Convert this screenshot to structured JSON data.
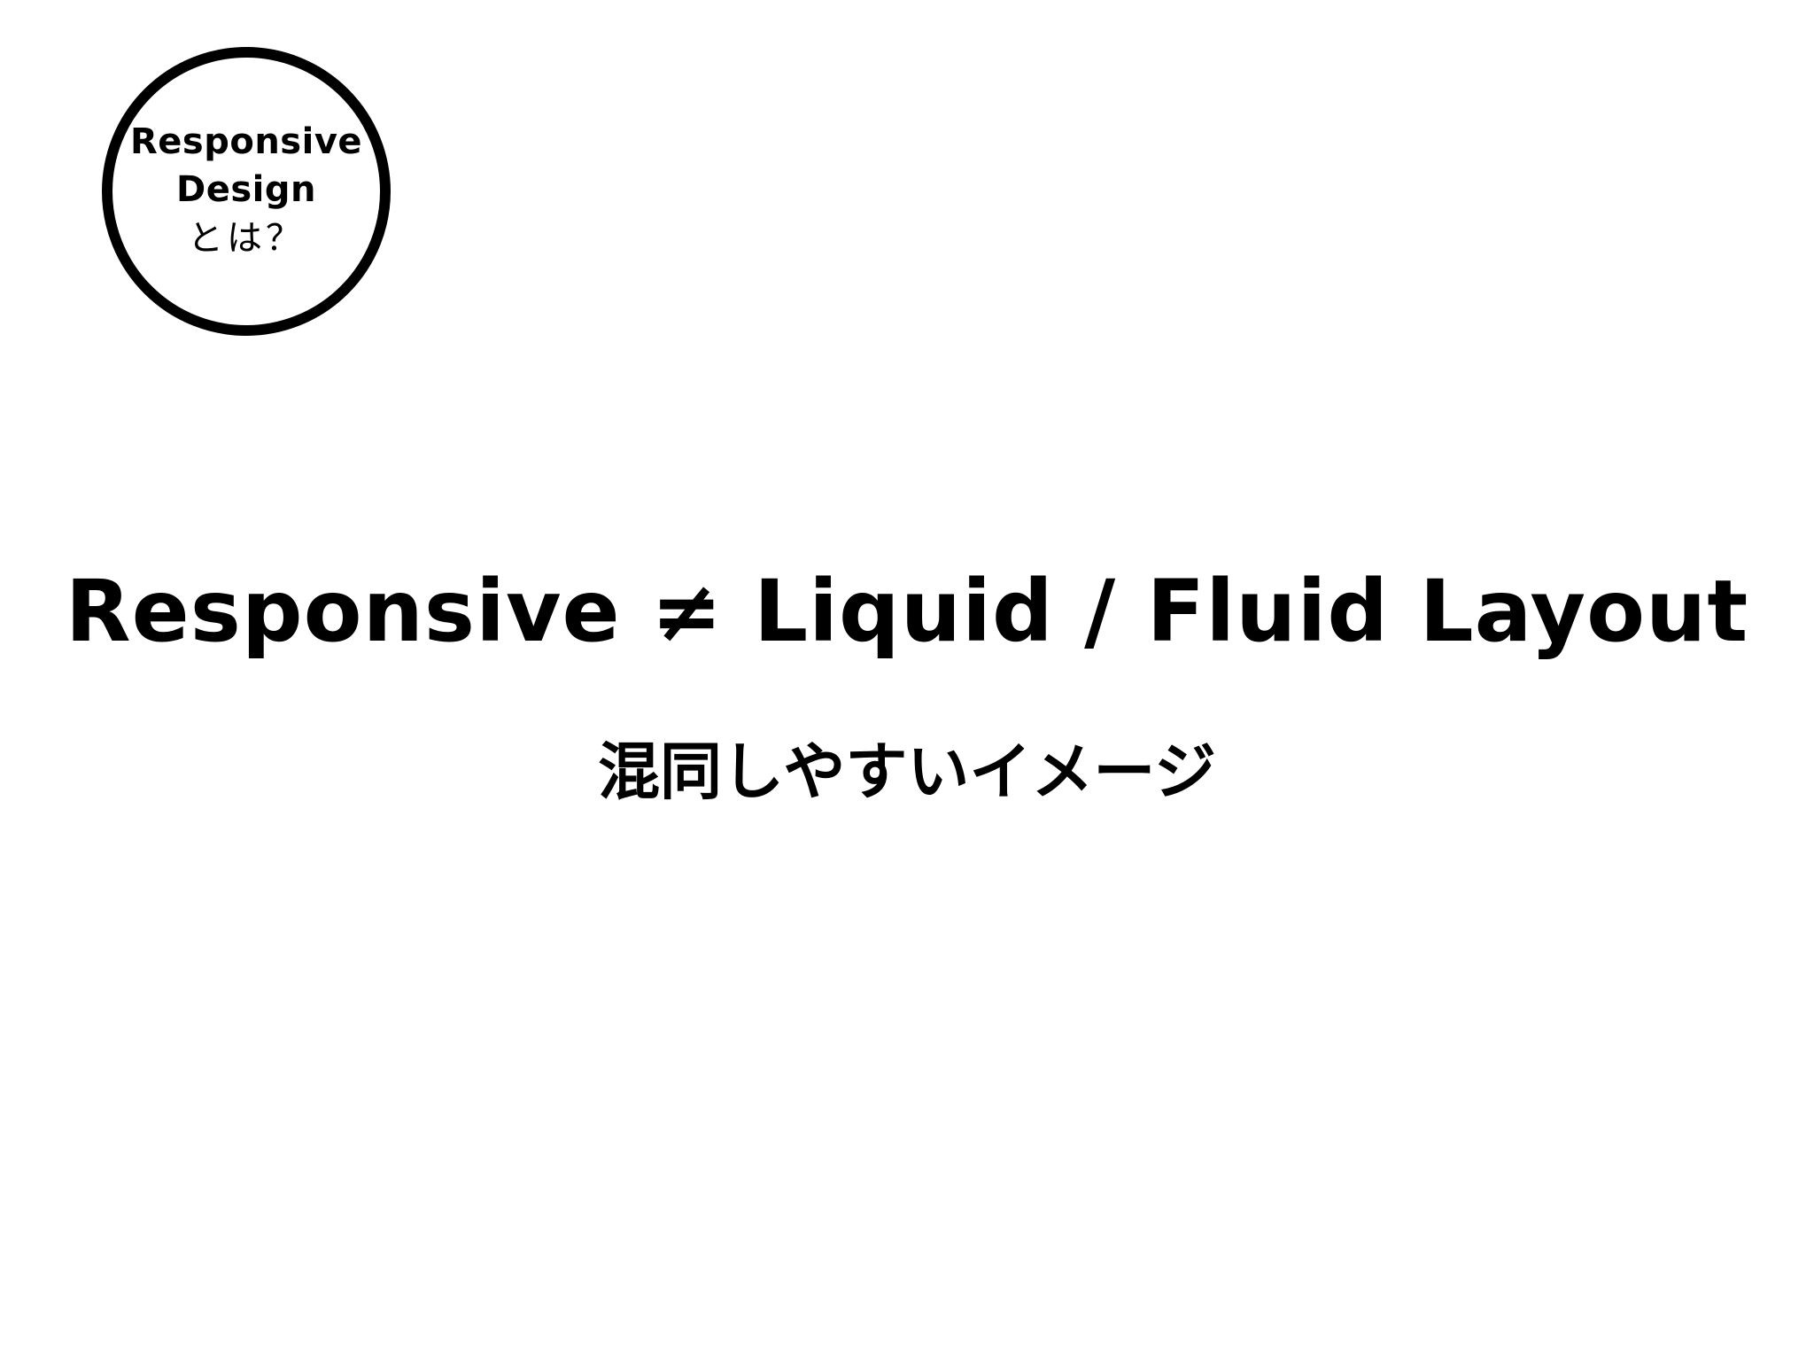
{
  "slide": {
    "badge": {
      "lines": [
        "Responsive",
        "Design",
        "とは？"
      ]
    },
    "title": "Responsive ≠ Liquid / Fluid Layout",
    "subtitle": "混同しやすいイメージ"
  },
  "colors": {
    "background": "#ffffff",
    "text": "#000000",
    "badge_border": "#000000"
  }
}
